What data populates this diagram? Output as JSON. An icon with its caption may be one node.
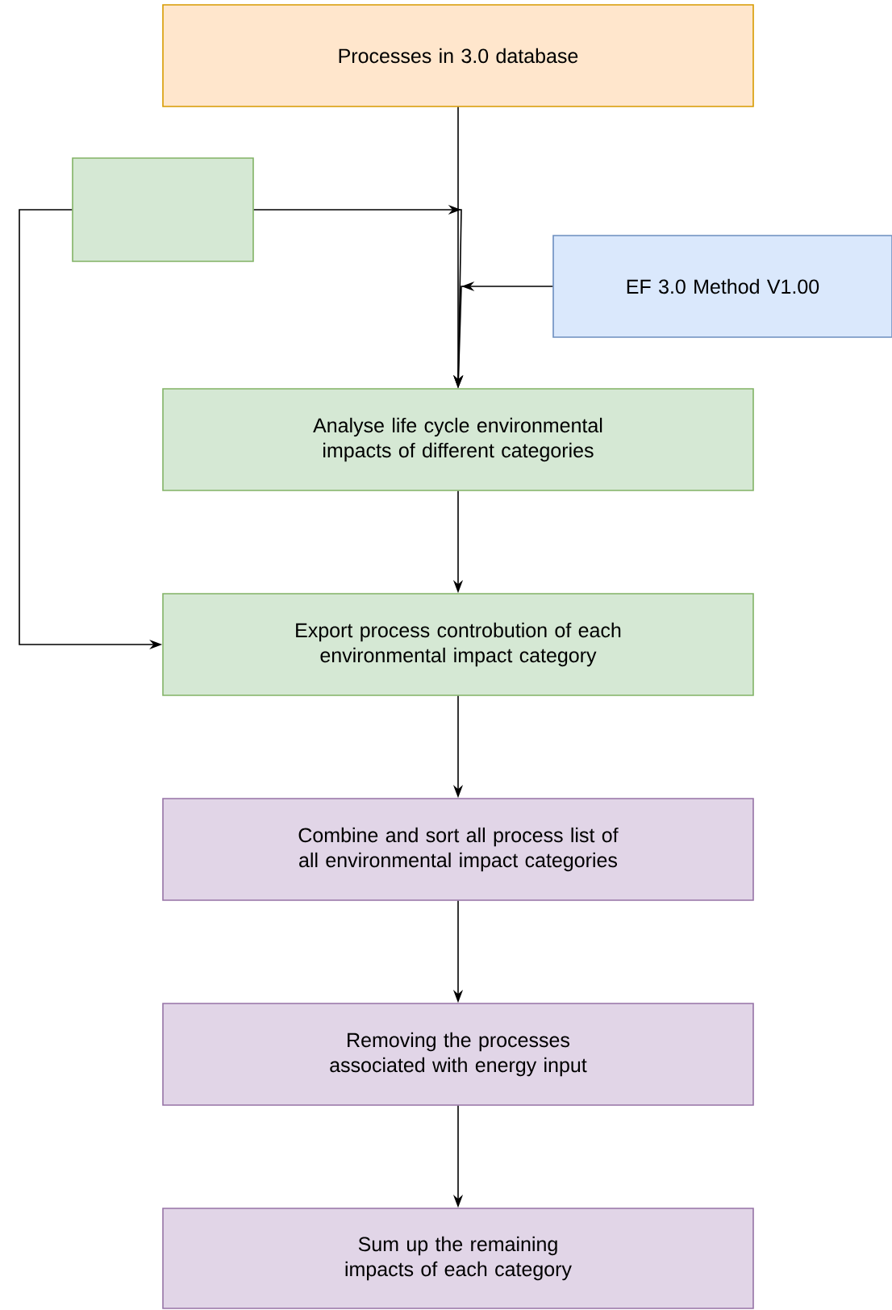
{
  "diagram": {
    "nodes": [
      {
        "text": [
          "Processes in 3.0 database"
        ]
      },
      {
        "text": [],
        "shape": "box"
      },
      {
        "text": [
          "EF 3.0 Method V1.00"
        ]
      },
      {
        "text": [
          "Analyse life cycle environmental impacts of different categories"
        ]
      },
      {
        "text": [
          "Export process controbution of each environmental impact category"
        ]
      },
      {
        "text": [
          "Combine and sort all process list of all environmental impact categories"
        ]
      },
      {
        "text": [
          "Removing the processes associated with energy input"
        ]
      },
      {
        "text": [
          "Sum up the remaining impacts of each category"
        ]
      }
    ],
    "edges": [
      {
        "from": 0,
        "to": 3,
        "arrow": "to"
      },
      {
        "from": 1,
        "to": 3,
        "arrow": "to"
      },
      {
        "from": 2,
        "to": 3,
        "arrow": "to"
      },
      {
        "from": 1,
        "to": 4,
        "arrow": "to"
      },
      {
        "from": 3,
        "to": 4,
        "arrow": "to"
      },
      {
        "from": 4,
        "to": 5,
        "arrow": "to"
      },
      {
        "from": 5,
        "to": 6,
        "arrow": "to"
      },
      {
        "from": 6,
        "to": 7,
        "arrow": "to"
      }
    ]
  }
}
